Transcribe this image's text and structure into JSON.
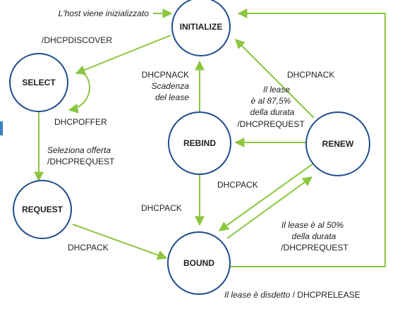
{
  "colors": {
    "state_stroke": "#1f4e8c",
    "arrow": "#8cc63f",
    "text": "#222222"
  },
  "states": {
    "initialize": "INITIALIZE",
    "select": "SELECT",
    "request": "REQUEST",
    "bound": "BOUND",
    "rebind": "REBIND",
    "renew": "RENEW"
  },
  "labels": {
    "host_init": "L'host viene inizializzato",
    "dhcpdiscover": "/DHCPDISCOVER",
    "dhcpoffer": "DHCPOFFER",
    "select_offer_1": "Seleziona offerta",
    "select_offer_2": "/DHCPREQUEST",
    "request_dhcpack": "DHCPACK",
    "rebind_nack_1": "DHCPNACK",
    "rebind_nack_2": "Scadenza",
    "rebind_nack_3": "del lease",
    "renew_nack": "DHCPNACK",
    "renew_875_1": "Il lease",
    "renew_875_2": "è al 87,5%",
    "renew_875_3": "della durata",
    "renew_875_4": "/DHCPREQUEST",
    "rebind_dhcpack": "DHCPACK",
    "renew_dhcpack": "DHCPACK",
    "bound_50_1": "Il lease è al 50%",
    "bound_50_2": "della durata",
    "bound_50_3": "/DHCPREQUEST",
    "release_1": "Il lease è disdetto",
    "release_2": " / DHCPRELEASE"
  }
}
